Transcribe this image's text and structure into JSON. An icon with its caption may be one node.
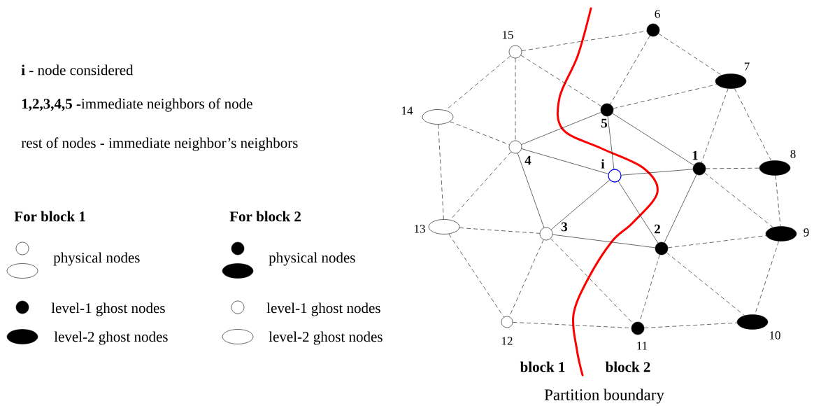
{
  "diagram": {
    "nodes": [
      {
        "text": [],
        "shape": "circle",
        "beside": [
          "i"
        ]
      },
      {
        "text": [],
        "shape": "dot",
        "beside": [
          "1"
        ]
      },
      {
        "text": [],
        "shape": "dot",
        "beside": [
          "2"
        ]
      },
      {
        "text": [],
        "shape": "circle",
        "beside": [
          "3"
        ]
      },
      {
        "text": [],
        "shape": "circle",
        "beside": [
          "4"
        ]
      },
      {
        "text": [],
        "shape": "dot",
        "beside": [
          "5"
        ]
      },
      {
        "text": [],
        "shape": "dot",
        "beside": [
          "6"
        ]
      },
      {
        "text": [],
        "shape": "oval",
        "beside": [
          "7"
        ]
      },
      {
        "text": [],
        "shape": "oval",
        "beside": [
          "8"
        ]
      },
      {
        "text": [],
        "shape": "oval",
        "beside": [
          "9"
        ]
      },
      {
        "text": [],
        "shape": "oval",
        "beside": [
          "10"
        ]
      },
      {
        "text": [],
        "shape": "dot",
        "beside": [
          "11"
        ]
      },
      {
        "text": [],
        "shape": "circle",
        "beside": [
          "12"
        ]
      },
      {
        "text": [],
        "shape": "ellipse",
        "beside": [
          "13"
        ]
      },
      {
        "text": [],
        "shape": "ellipse",
        "beside": [
          "14"
        ]
      },
      {
        "text": [],
        "shape": "circle",
        "beside": [
          "15"
        ]
      }
    ],
    "edges": [
      {
        "from": 0,
        "to": 1,
        "arrow": "none"
      },
      {
        "from": 0,
        "to": 2,
        "arrow": "none"
      },
      {
        "from": 0,
        "to": 3,
        "arrow": "none"
      },
      {
        "from": 0,
        "to": 4,
        "arrow": "none"
      },
      {
        "from": 0,
        "to": 5,
        "arrow": "none"
      },
      {
        "from": 1,
        "to": 5,
        "arrow": "none"
      },
      {
        "from": 1,
        "to": 2,
        "arrow": "none"
      },
      {
        "from": 2,
        "to": 3,
        "arrow": "none"
      },
      {
        "from": 3,
        "to": 4,
        "arrow": "none"
      },
      {
        "from": 4,
        "to": 5,
        "arrow": "none"
      },
      {
        "from": 15,
        "to": 6,
        "arrow": "none",
        "style": "dashed"
      },
      {
        "from": 6,
        "to": 5,
        "arrow": "none",
        "style": "dashed"
      },
      {
        "from": 6,
        "to": 7,
        "arrow": "none",
        "style": "dashed"
      },
      {
        "from": 15,
        "to": 5,
        "arrow": "none",
        "style": "dashed"
      },
      {
        "from": 15,
        "to": 14,
        "arrow": "none",
        "style": "dashed"
      },
      {
        "from": 15,
        "to": 4,
        "arrow": "none",
        "style": "dashed"
      },
      {
        "from": 14,
        "to": 4,
        "arrow": "none",
        "style": "dashed"
      },
      {
        "from": 14,
        "to": 13,
        "arrow": "none",
        "style": "dashed"
      },
      {
        "from": 4,
        "to": 13,
        "arrow": "none",
        "style": "dashed"
      },
      {
        "from": 13,
        "to": 3,
        "arrow": "none",
        "style": "dashed"
      },
      {
        "from": 13,
        "to": 12,
        "arrow": "none",
        "style": "dashed"
      },
      {
        "from": 3,
        "to": 12,
        "arrow": "none",
        "style": "dashed"
      },
      {
        "from": 3,
        "to": 11,
        "arrow": "none",
        "style": "dashed"
      },
      {
        "from": 12,
        "to": 11,
        "arrow": "none",
        "style": "dashed"
      },
      {
        "from": 2,
        "to": 11,
        "arrow": "none",
        "style": "dashed"
      },
      {
        "from": 11,
        "to": 10,
        "arrow": "none",
        "style": "dashed"
      },
      {
        "from": 2,
        "to": 10,
        "arrow": "none",
        "style": "dashed"
      },
      {
        "from": 2,
        "to": 9,
        "arrow": "none",
        "style": "dashed"
      },
      {
        "from": 9,
        "to": 10,
        "arrow": "none",
        "style": "dashed"
      },
      {
        "from": 1,
        "to": 9,
        "arrow": "none",
        "style": "dashed"
      },
      {
        "from": 1,
        "to": 8,
        "arrow": "none",
        "style": "dashed"
      },
      {
        "from": 8,
        "to": 9,
        "arrow": "none",
        "style": "dashed"
      },
      {
        "from": 7,
        "to": 1,
        "arrow": "none",
        "style": "dashed"
      },
      {
        "from": 7,
        "to": 8,
        "arrow": "none",
        "style": "dashed"
      },
      {
        "from": 5,
        "to": 7,
        "arrow": "none",
        "style": "dashed"
      }
    ],
    "labels": [
      "**i -** node considered",
      "**1,2,3,4,5 -**immediate neighbors of node",
      "rest of nodes - immediate neighbor’s neighbors",
      "For block 1",
      "For block 2",
      "block 1",
      "block 2",
      "Partition boundary"
    ],
    "legend": [
      {
        "text": "physical nodes"
      },
      {
        "text": "level-1 ghost nodes"
      },
      {
        "text": "level-2 ghost nodes"
      },
      {
        "text": "physical nodes"
      },
      {
        "text": "level-1 ghost nodes"
      },
      {
        "text": "level-2 ghost nodes"
      }
    ]
  }
}
